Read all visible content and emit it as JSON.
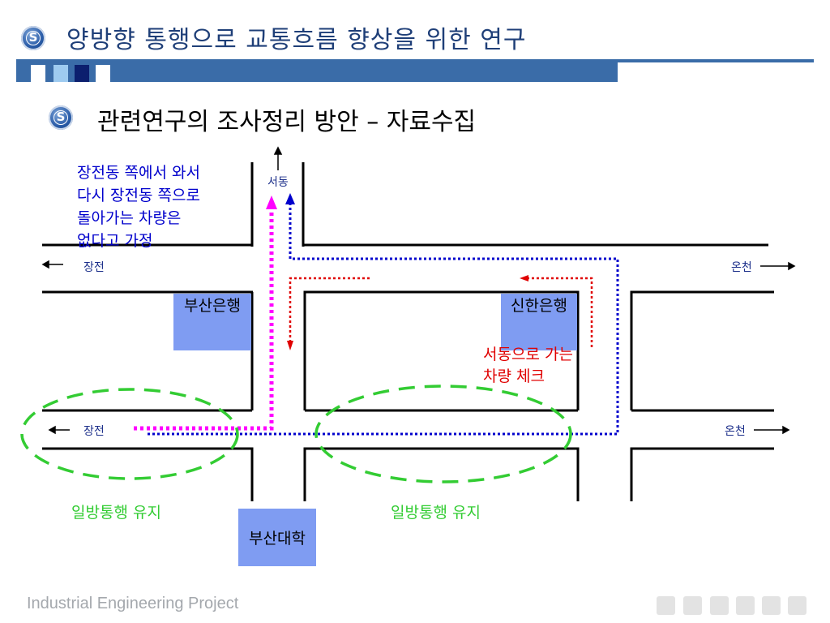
{
  "header": {
    "title": "양방향 통행으로 교통흐름 향상을 위한 연구",
    "subtitle": "관련연구의 조사정리 방안 – 자료수집",
    "bar_color": "#3a6ca8"
  },
  "diagram": {
    "assumption_note": [
      "장전동 쪽에서 와서",
      "다시 장전동 쪽으로",
      "돌아가는 차량은",
      "없다고 가정"
    ],
    "direction_labels": {
      "north": "서동",
      "west_upper": "장전",
      "east_upper": "온천",
      "west_lower": "장전",
      "east_lower": "온천"
    },
    "buildings": {
      "busan_bank": "부산은행",
      "shinhan_bank": "신한은행",
      "busan_univ": "부산대학"
    },
    "check_note": [
      "서동으로 가는",
      "차량 체크"
    ],
    "oneway_left": "일방통행 유지",
    "oneway_right": "일방통행 유지",
    "colors": {
      "note_blue": "#0000cc",
      "check_red": "#e00000",
      "oneway_green": "#33cc33",
      "magenta_route": "#ff00ff",
      "blue_route": "#0000cc",
      "ellipse_green": "#33cc33",
      "bank_fill": "#7f9cf2"
    }
  },
  "footer": {
    "text": "Industrial Engineering Project",
    "squares": 6
  }
}
